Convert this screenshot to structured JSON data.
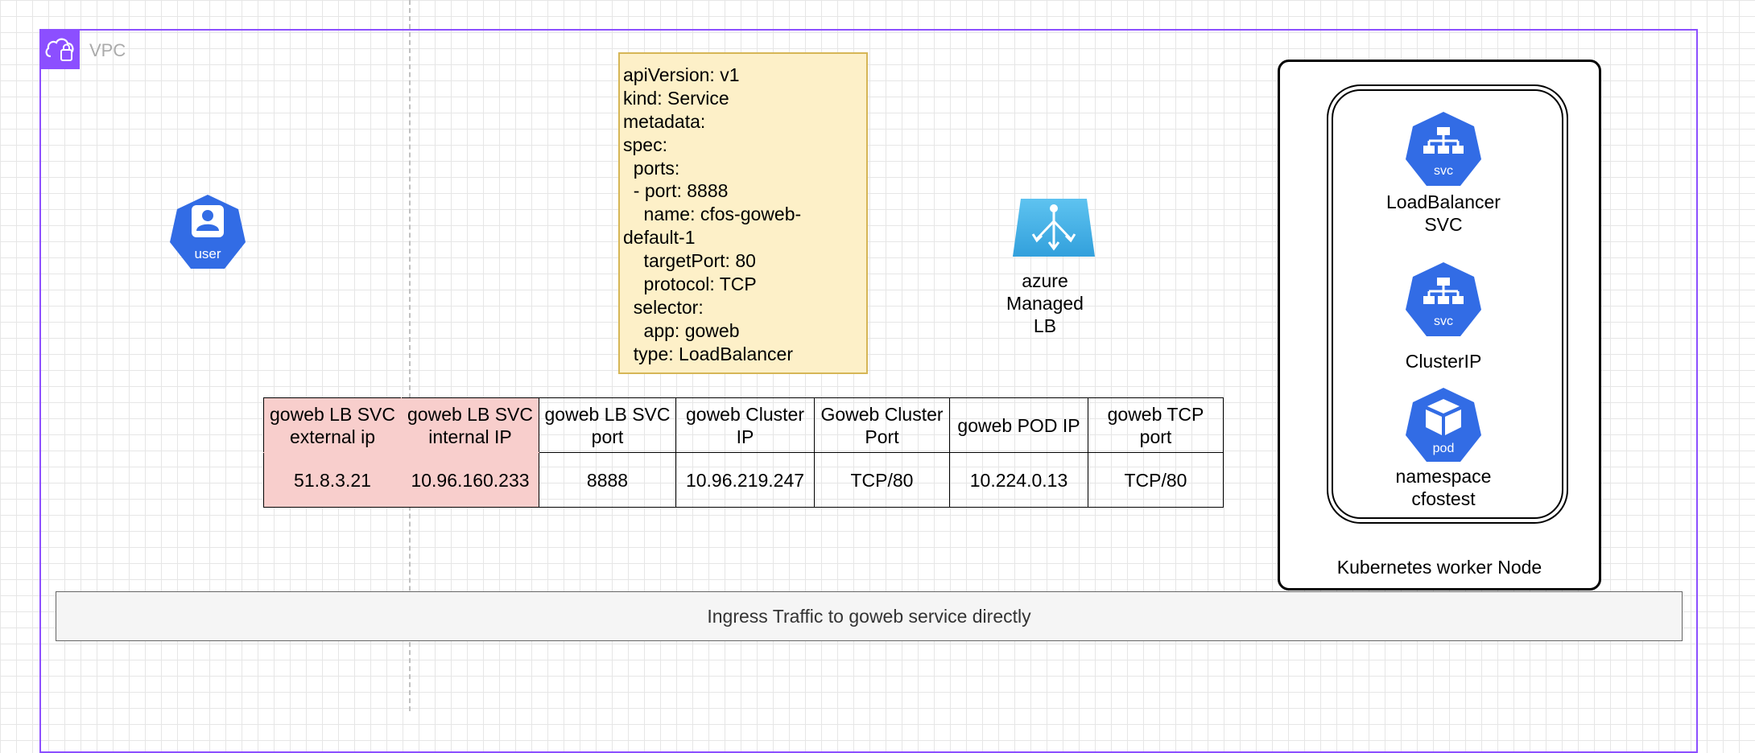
{
  "vpc": {
    "label": "VPC",
    "icon": "vpc-cloud-lock-icon",
    "border_color": "#8c4fff"
  },
  "user": {
    "icon": "user-hexagon-icon",
    "badge": "user",
    "color": "#326ce5"
  },
  "yaml_lines": [
    "apiVersion: v1",
    "kind: Service",
    "metadata:",
    "spec:",
    "  ports:",
    "  - port: 8888",
    "    name: cfos-goweb-",
    "default-1",
    "    targetPort: 80",
    "    protocol: TCP",
    "  selector:",
    "    app: goweb",
    "  type: LoadBalancer"
  ],
  "azure_lb": {
    "icon": "azure-load-balancer-icon",
    "label_lines": [
      "azure",
      "Managed",
      "LB"
    ],
    "color": "#50b8e8"
  },
  "table": {
    "headers": [
      [
        "goweb LB SVC",
        "external ip"
      ],
      [
        "goweb LB SVC",
        "internal IP"
      ],
      [
        "goweb LB SVC",
        "port"
      ],
      [
        "goweb Cluster",
        "IP"
      ],
      [
        "Goweb Cluster",
        "Port"
      ],
      [
        "goweb POD IP"
      ],
      [
        "goweb TCP",
        "port"
      ]
    ],
    "values": [
      "51.8.3.21",
      "10.96.160.233",
      "8888",
      "10.96.219.247",
      "TCP/80",
      "10.224.0.13",
      "TCP/80"
    ],
    "highlight_color": "#f8cecc"
  },
  "node": {
    "label": "Kubernetes worker Node",
    "items": [
      {
        "icon": "k8s-svc-icon",
        "badge": "svc",
        "label_lines": [
          "LoadBalancer",
          "SVC"
        ]
      },
      {
        "icon": "k8s-svc-icon",
        "badge": "svc",
        "label_lines": [
          "ClusterIP"
        ]
      },
      {
        "icon": "k8s-pod-icon",
        "badge": "pod",
        "label_lines": [
          "namespace",
          "cfostest"
        ]
      }
    ]
  },
  "ingress": {
    "label": "Ingress Traffic to goweb service directly"
  }
}
